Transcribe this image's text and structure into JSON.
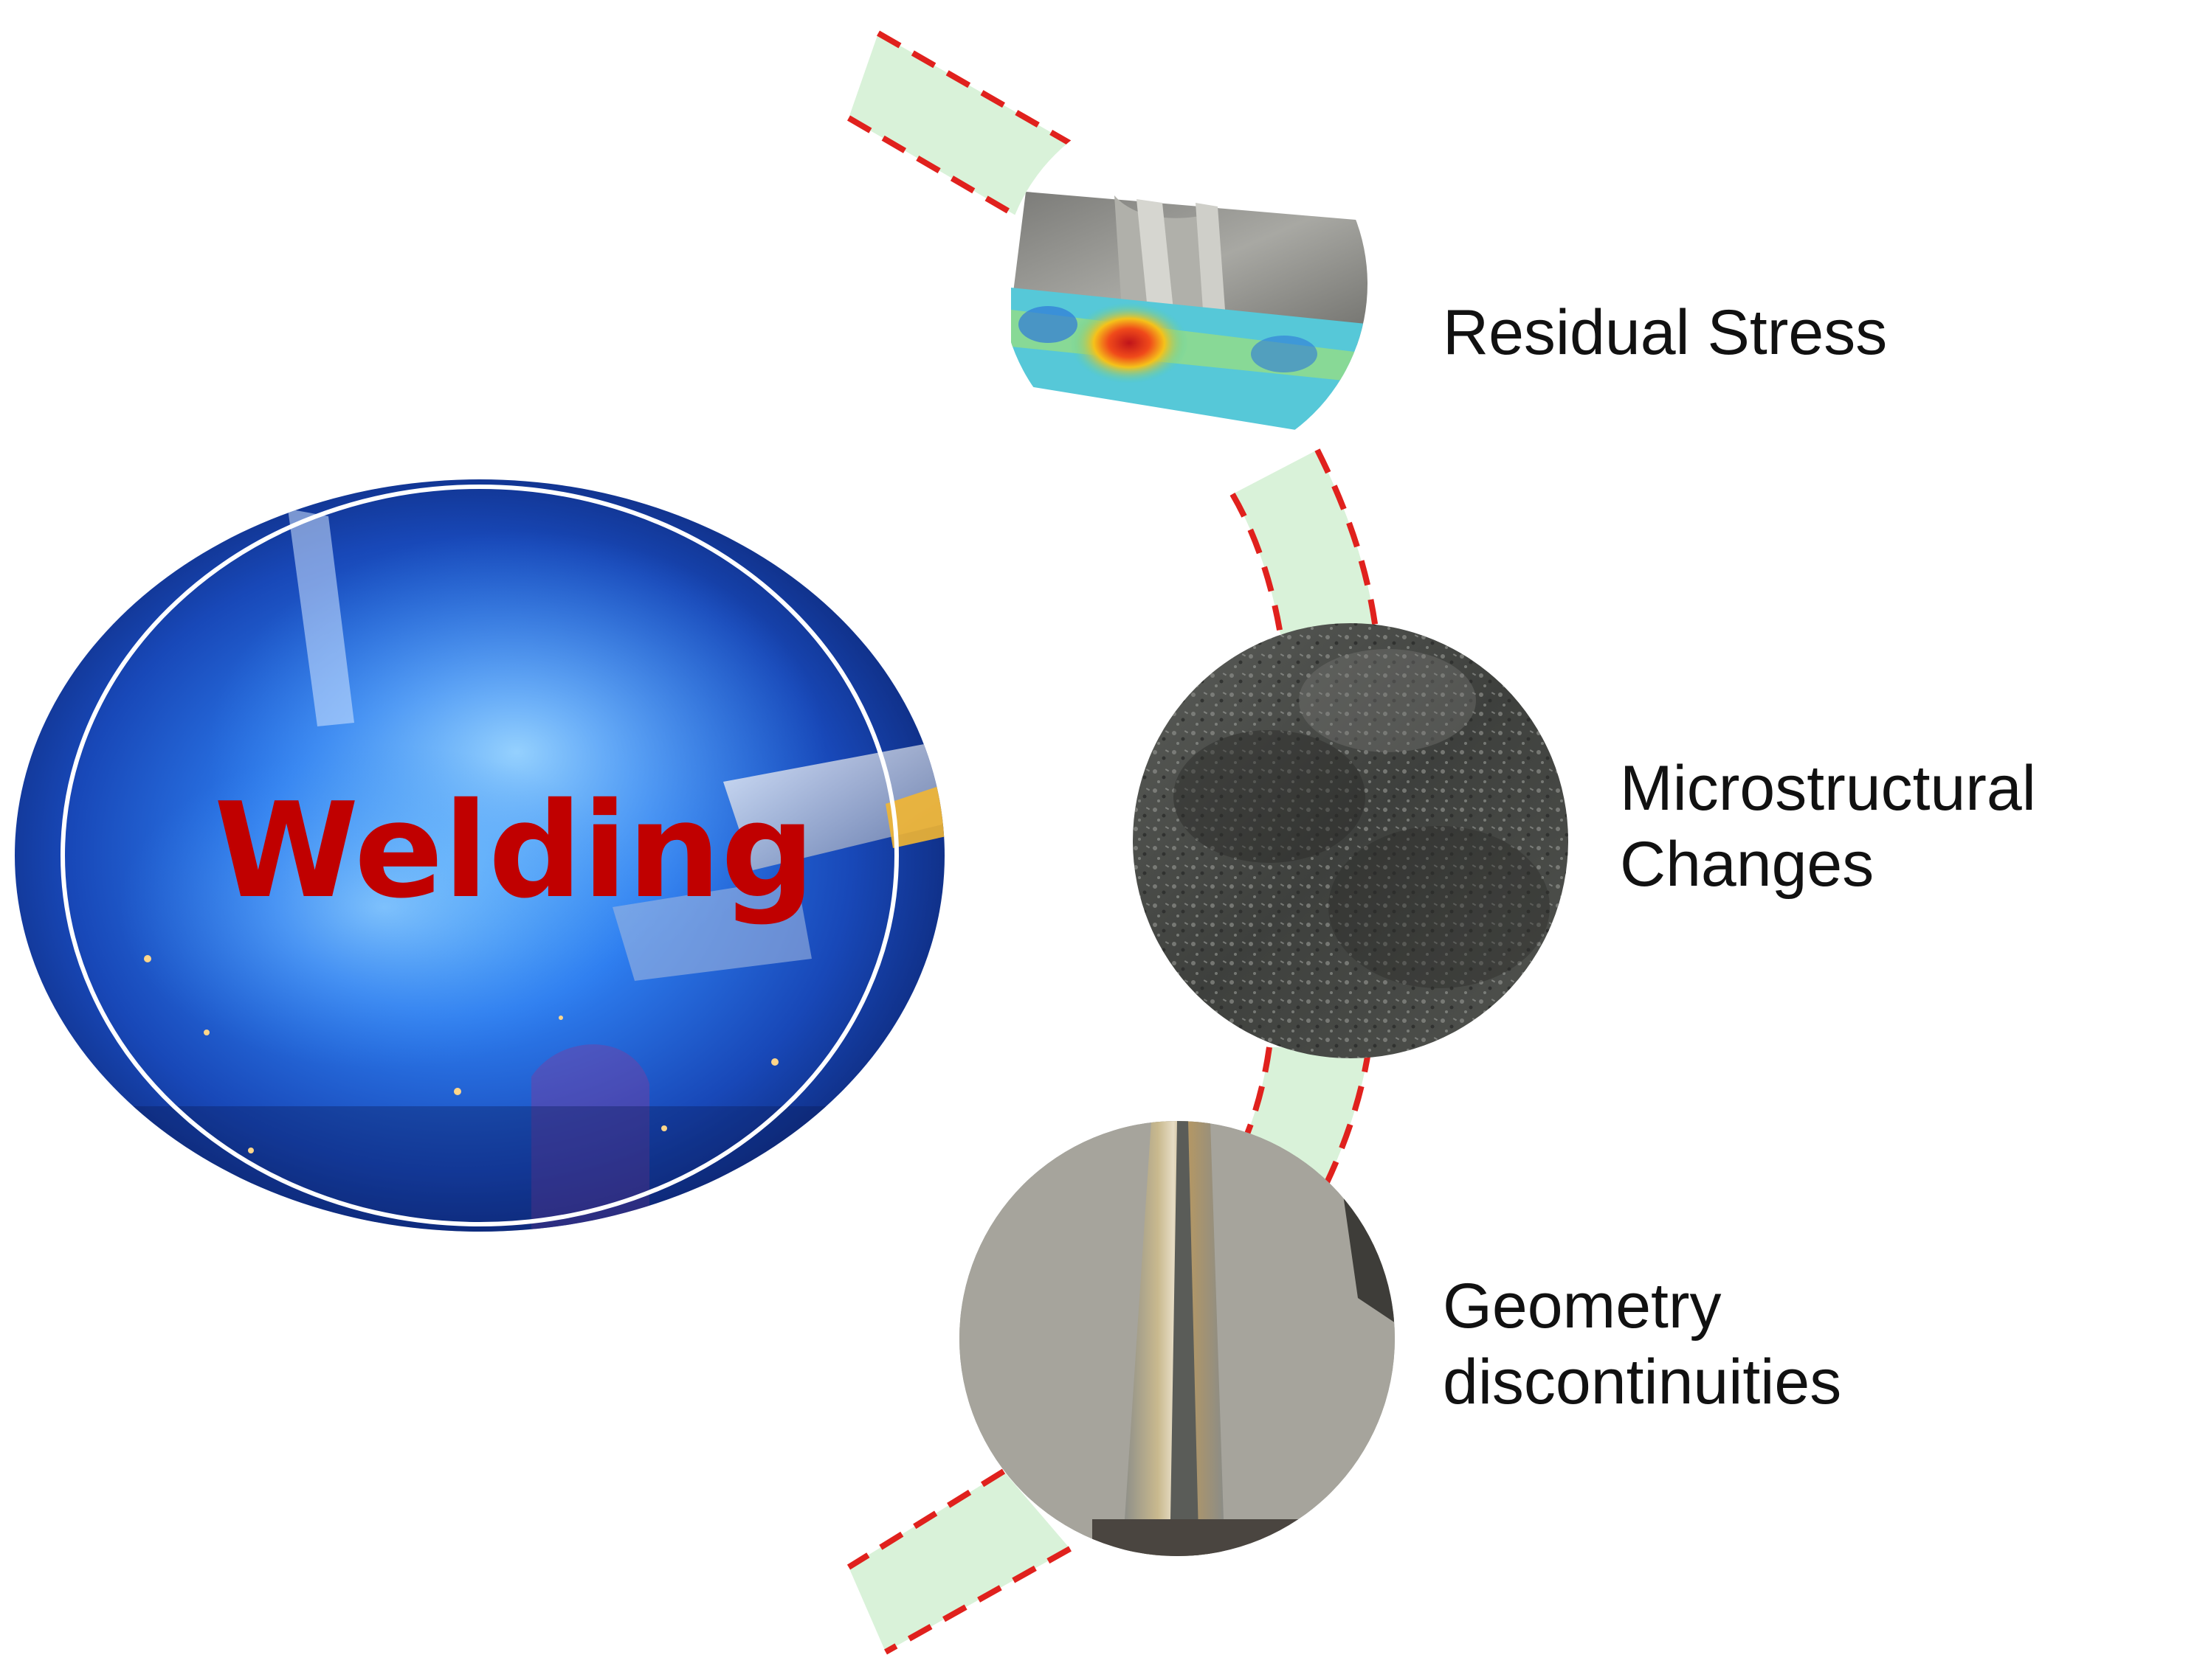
{
  "center": {
    "label": "Welding",
    "label_color": "#c00000"
  },
  "effects": [
    {
      "lines": [
        "Residual Stress"
      ]
    },
    {
      "lines": [
        "Microstructural",
        "Changes"
      ]
    },
    {
      "lines": [
        "Geometry",
        "discontinuities"
      ]
    }
  ],
  "colors": {
    "band_fill": "#d9f2d9",
    "band_dash": "#e0211d",
    "welding_blue": "#1c5bd6",
    "text": "#111111"
  }
}
